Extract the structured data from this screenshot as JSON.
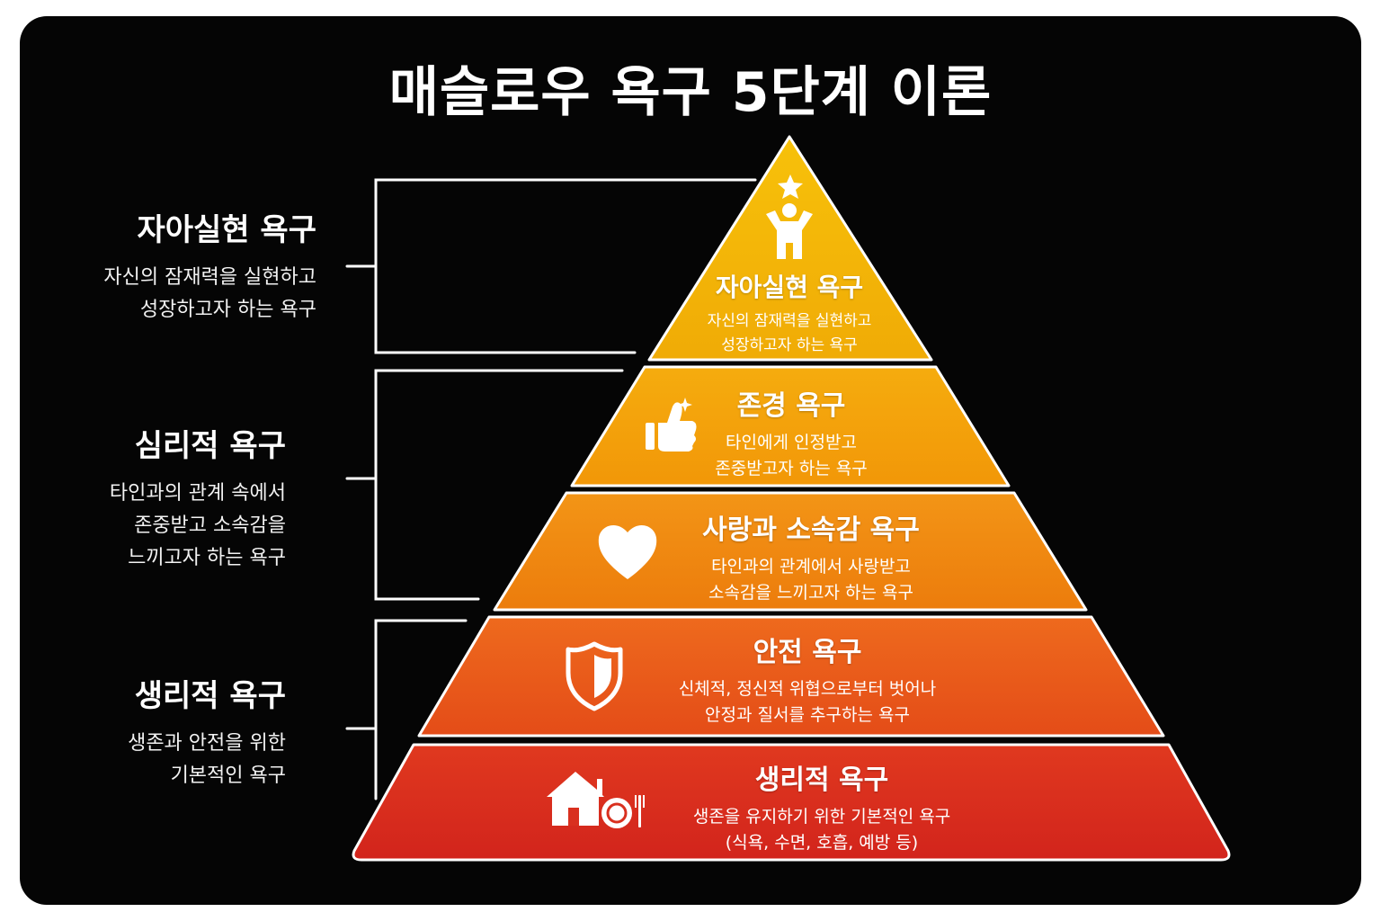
{
  "title": "매슬로우 욕구 5단계 이론",
  "colors": {
    "background": "#050505",
    "tier1": "#f2b705",
    "tier2": "#f3a10c",
    "tier3": "#f08a10",
    "tier4": "#e8561b",
    "tier5": "#d92e20"
  },
  "side_groups": [
    {
      "heading": "자아실현 욕구",
      "description": "자신의 잠재력을 실현하고\n성장하고자 하는 욕구"
    },
    {
      "heading": "심리적 욕구",
      "description": "타인과의 관계 속에서\n존중받고 소속감을\n느끼고자 하는 욕구"
    },
    {
      "heading": "생리적 욕구",
      "description": "생존과 안전을 위한\n기본적인 욕구"
    }
  ],
  "tiers": [
    {
      "name": "자아실현 욕구",
      "description": "자신의 잠재력을 실현하고\n성장하고자 하는 욕구",
      "icon": "person-star-icon"
    },
    {
      "name": "존경 욕구",
      "description": "타인에게 인정받고\n존중받고자 하는 욕구",
      "icon": "thumbs-up-icon"
    },
    {
      "name": "사랑과 소속감 욕구",
      "description": "타인과의 관계에서 사랑받고\n소속감을 느끼고자 하는 욕구",
      "icon": "heart-icon"
    },
    {
      "name": "안전 욕구",
      "description": "신체적, 정신적 위협으로부터 벗어나\n안정과 질서를 추구하는 욕구",
      "icon": "shield-icon"
    },
    {
      "name": "생리적 욕구",
      "description": "생존을 유지하기 위한 기본적인 욕구\n(식욕, 수면, 호흡, 예방 등)",
      "icon": "house-plate-icon"
    }
  ]
}
